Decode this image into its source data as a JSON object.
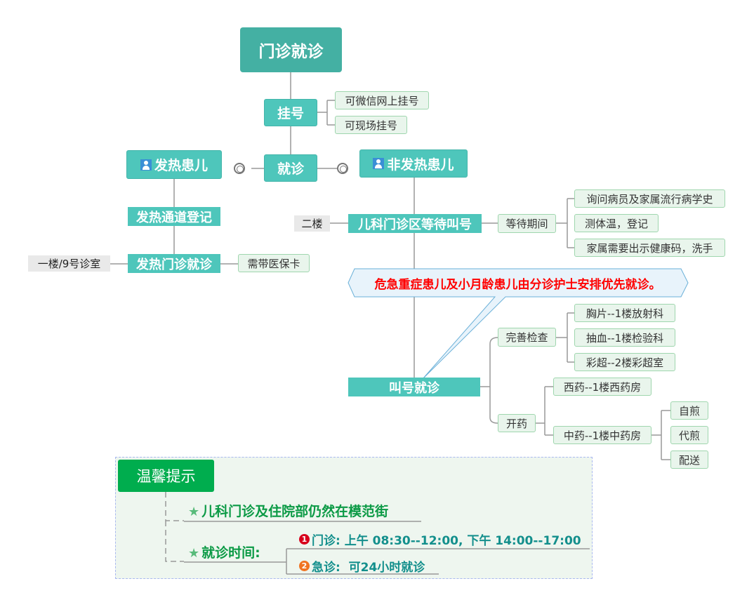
{
  "root": "门诊就诊",
  "register": {
    "label": "挂号",
    "options": [
      "可微信网上挂号",
      "可现场挂号"
    ]
  },
  "visit": "就诊",
  "fever": {
    "label": "发热患儿",
    "step1": "发热通道登记",
    "step2": "发热门诊就诊",
    "location": "一楼/9号诊室",
    "note": "需带医保卡"
  },
  "nonfever": {
    "label": "非发热患儿",
    "wait": "儿科门诊区等待叫号",
    "floor": "二楼",
    "waiting_label": "等待期间",
    "waiting_items": [
      "询问病员及家属流行病学史",
      "测体温，登记",
      "家属需要出示健康码，洗手"
    ],
    "callout": "危急重症患儿及小月龄患儿由分诊护士安排优先就诊。",
    "call": "叫号就诊",
    "exam": {
      "label": "完善检查",
      "items": [
        "胸片--1楼放射科",
        "抽血--1楼检验科",
        "彩超--2楼彩超室"
      ]
    },
    "medicine": {
      "label": "开药",
      "western": "西药--1楼西药房",
      "chinese": "中药--1楼中药房",
      "chinese_options": [
        "自煎",
        "代煎",
        "配送"
      ]
    }
  },
  "tips": {
    "title": "温馨提示",
    "line1": "儿科门诊及住院部仍然在模范街",
    "line2": "就诊时间:",
    "hours": [
      {
        "num": "1",
        "text": "门诊: 上午 08:30--12:00, 下午 14:00--17:00"
      },
      {
        "num": "2",
        "text": "急诊:  可24小时就诊"
      }
    ]
  },
  "colors": {
    "teal": "#4ec6bb",
    "root": "#44b0a3",
    "callout_text": "#ff0000",
    "tip_green": "#00ad4e"
  }
}
